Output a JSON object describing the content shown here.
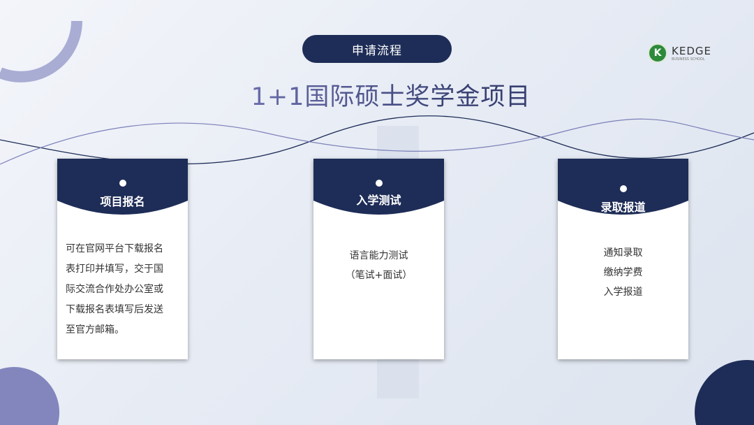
{
  "header": {
    "pill_label": "申请流程",
    "title": "1+1国际硕士奖学金项目"
  },
  "logo": {
    "text": "KEDGE",
    "subtext": "BUSINESS SCHOOL"
  },
  "colors": {
    "navy": "#1e2d57",
    "purple": "#7b7fb8"
  },
  "steps": [
    {
      "title": "项目报名",
      "lines": [
        "可在官网平台下载报名",
        "表打印并填写，交于国",
        "际交流合作处办公室或",
        "下载报名表填写后发送",
        "至官方邮箱。"
      ]
    },
    {
      "title": "入学测试",
      "lines": [
        "语言能力测试",
        "（笔试+面试）"
      ]
    },
    {
      "title": "录取报道",
      "lines": [
        "通知录取",
        "缴纳学费",
        "入学报道"
      ]
    }
  ]
}
